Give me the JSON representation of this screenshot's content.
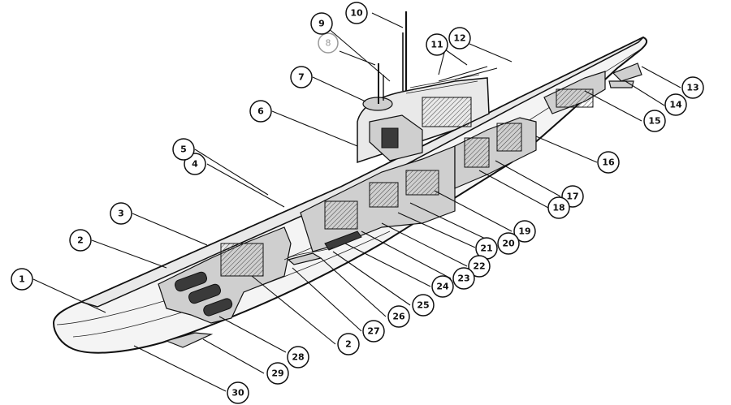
{
  "callouts": [
    {
      "label": "1"
    },
    {
      "label": "2"
    },
    {
      "label": "3"
    },
    {
      "label": "4"
    },
    {
      "label": "5"
    },
    {
      "label": "6"
    },
    {
      "label": "7"
    },
    {
      "label": "8"
    },
    {
      "label": "9"
    },
    {
      "label": "10"
    },
    {
      "label": "11"
    },
    {
      "label": "12"
    },
    {
      "label": "13"
    },
    {
      "label": "14"
    },
    {
      "label": "15"
    },
    {
      "label": "16"
    },
    {
      "label": "17"
    },
    {
      "label": "18"
    },
    {
      "label": "19"
    },
    {
      "label": "20"
    },
    {
      "label": "21"
    },
    {
      "label": "22"
    },
    {
      "label": "23"
    },
    {
      "label": "24"
    },
    {
      "label": "25"
    },
    {
      "label": "26"
    },
    {
      "label": "27"
    },
    {
      "label": "2"
    },
    {
      "label": "28"
    },
    {
      "label": "29"
    },
    {
      "label": "30"
    }
  ]
}
